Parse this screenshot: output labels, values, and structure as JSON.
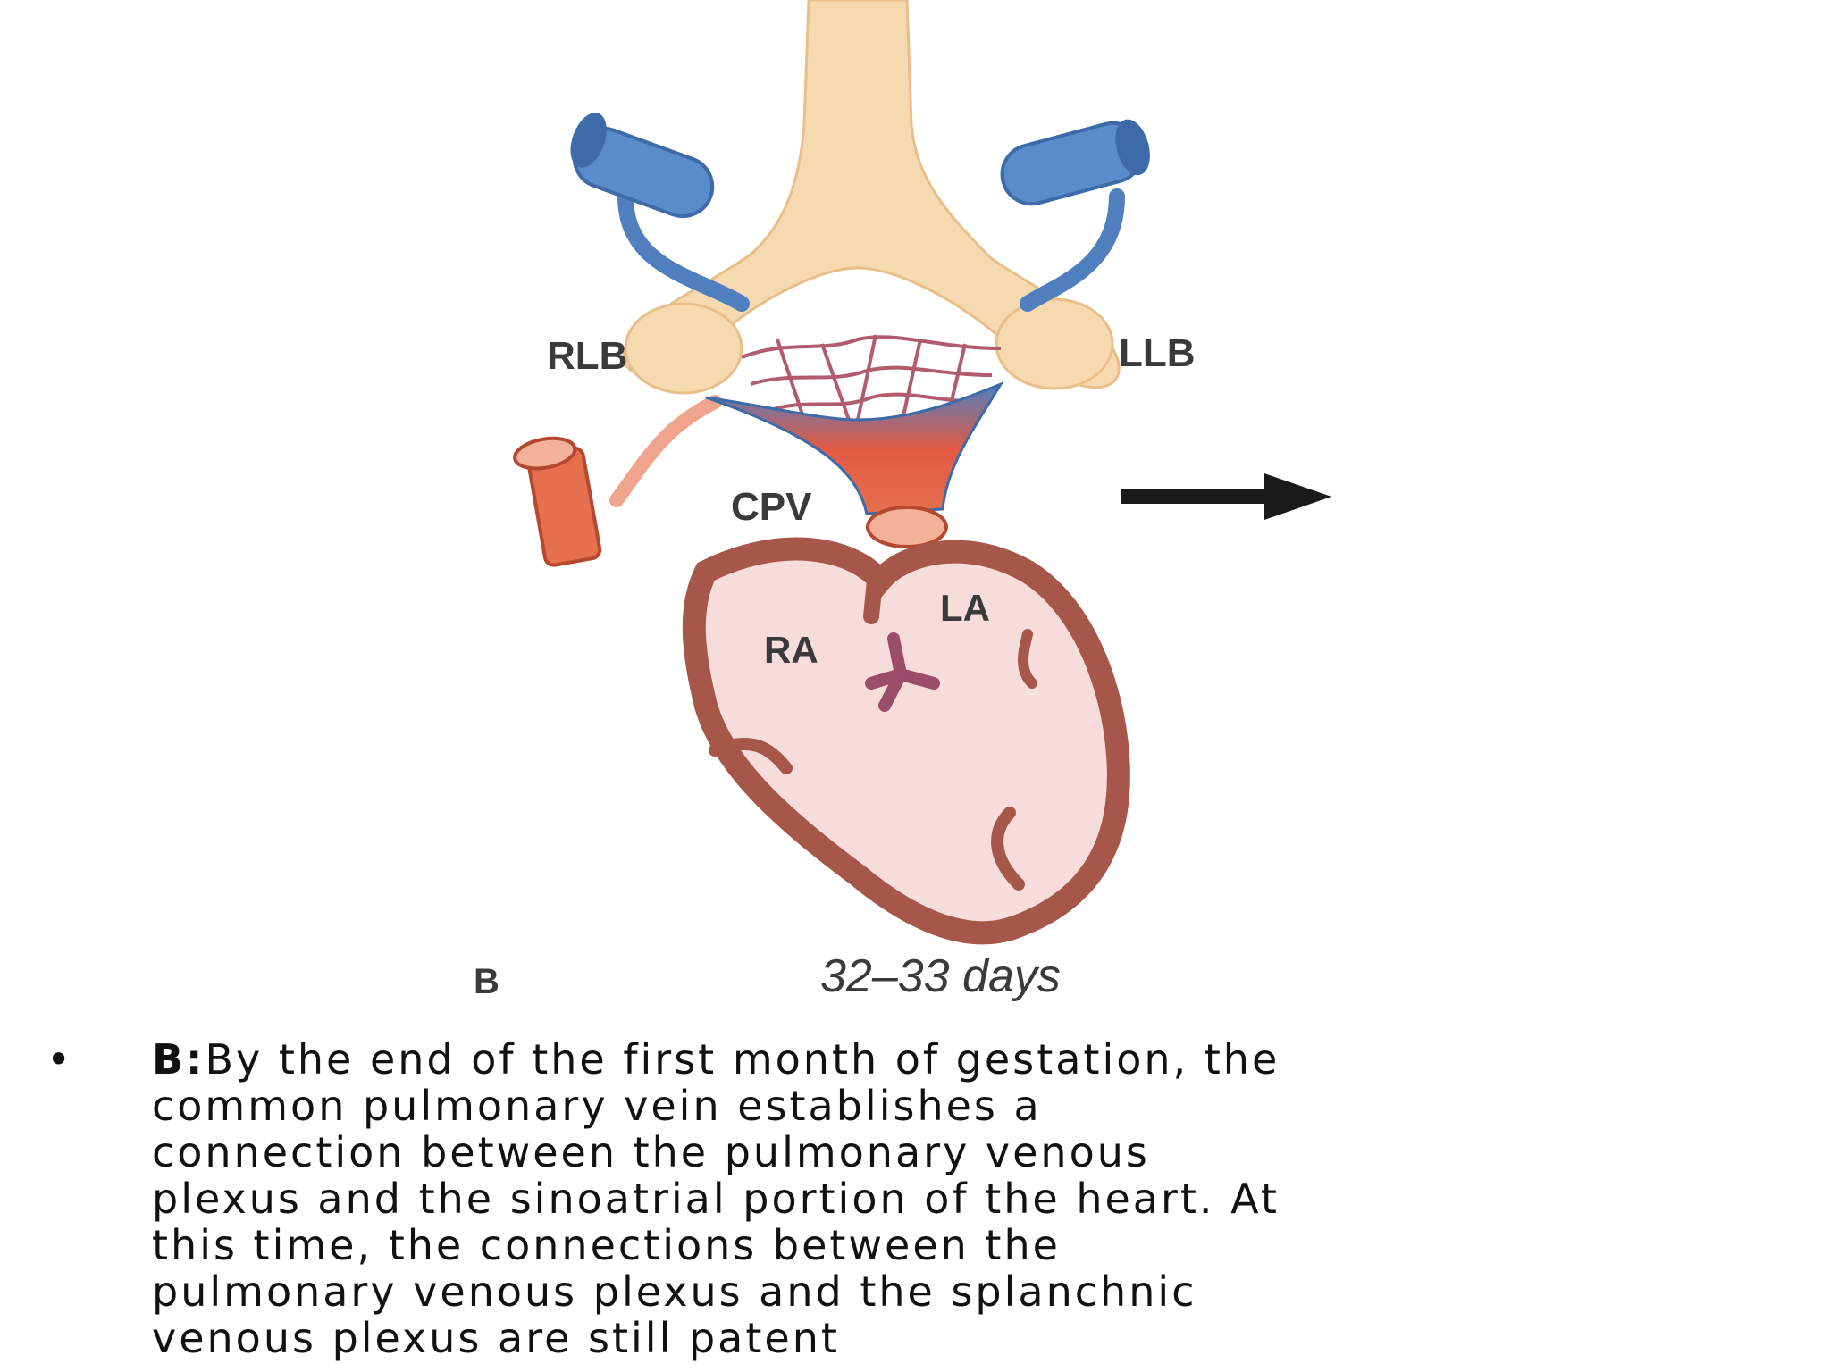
{
  "figure": {
    "labels": {
      "rlb": "RLB",
      "llb": "LLB",
      "cpv": "CPV",
      "ra": "RA",
      "la": "LA",
      "panel": "B",
      "age": "32–33 days"
    }
  },
  "caption": {
    "bullet": "•",
    "lead": "B:",
    "lines": [
      "By the end of the first month of gestation, the",
      "common pulmonary vein establishes a",
      "connection between the pulmonary venous",
      "plexus and the sinoatrial portion of the heart. At",
      "this time, the connections between the",
      "pulmonary venous plexus and the splanchnic",
      "venous plexus are still patent"
    ]
  },
  "colors": {
    "trachea": "#f7d9b0",
    "vein_blue": "#4f7fbf",
    "artery_red": "#e4704e",
    "heart_wall": "#a6574a",
    "heart_inner": "#f7dcdc",
    "septum": "#9b4d6a",
    "arrow": "#1a1a1a"
  }
}
